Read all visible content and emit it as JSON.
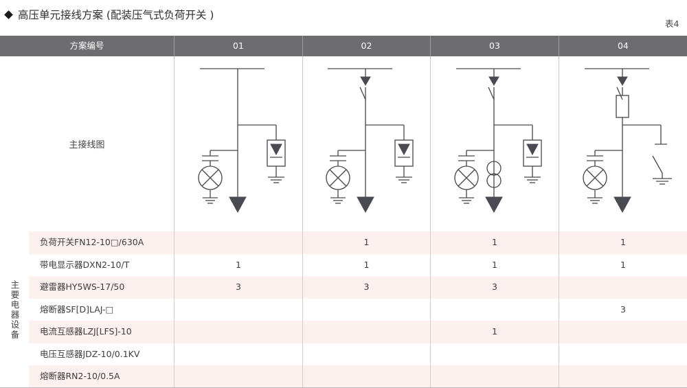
{
  "heading": {
    "bullet_icon": "diamond-bullet-icon",
    "title": "高压单元接线方案 (配装压气式负荷开关 )",
    "table_number": "表4"
  },
  "table": {
    "header": {
      "row_label": "方案编号",
      "columns": [
        "01",
        "02",
        "03",
        "04"
      ]
    },
    "diagram_row": {
      "label": "主接线图",
      "schemes": [
        {
          "id": "01",
          "components": [
            "busbar",
            "voltage-indicator",
            "surge-arrester",
            "cable-termination"
          ]
        },
        {
          "id": "02",
          "components": [
            "busbar",
            "load-switch",
            "voltage-indicator",
            "surge-arrester",
            "cable-termination"
          ]
        },
        {
          "id": "03",
          "components": [
            "busbar",
            "load-switch",
            "current-transformer",
            "voltage-indicator",
            "surge-arrester",
            "cable-termination"
          ]
        },
        {
          "id": "04",
          "components": [
            "busbar",
            "load-switch",
            "fuse",
            "voltage-indicator",
            "earthing-switch",
            "cable-termination"
          ]
        }
      ]
    },
    "equipment": {
      "side_label": "主要电器设备",
      "rows": [
        {
          "name": "负荷开关FN12-10□/630A",
          "values": [
            "",
            "1",
            "1",
            "1"
          ]
        },
        {
          "name": "带电显示器DXN2-10/T",
          "values": [
            "1",
            "1",
            "1",
            "1"
          ]
        },
        {
          "name": "避雷器HY5WS-17/50",
          "values": [
            "3",
            "3",
            "3",
            ""
          ]
        },
        {
          "name": "熔断器SF[D]LAJ-□",
          "values": [
            "",
            "",
            "",
            "3"
          ]
        },
        {
          "name": "电流互感器LZJ[LFS]-10",
          "values": [
            "",
            "",
            "1",
            ""
          ]
        },
        {
          "name": "电压互感器JDZ-10/0.1KV",
          "values": [
            "",
            "",
            "",
            ""
          ]
        },
        {
          "name": "熔断器RN2-10/0.5A",
          "values": [
            "",
            "",
            "",
            ""
          ]
        }
      ]
    }
  },
  "colors": {
    "header_bg": "#6d6d70",
    "row_stripe": "#fcf1ef",
    "line_art": "#4a4a52",
    "border": "#c9c9cb"
  }
}
